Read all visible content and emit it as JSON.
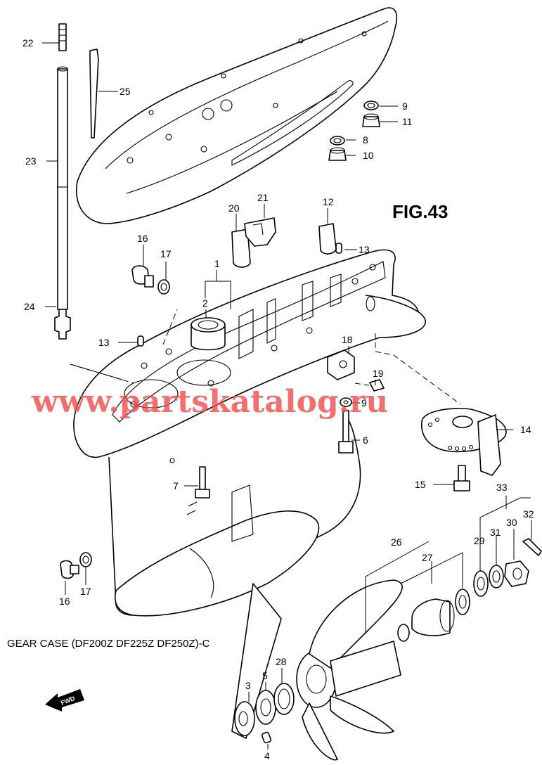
{
  "figure": {
    "title": "FIG.43",
    "caption": "GEAR CASE (DF200Z DF225Z DF250Z)-C",
    "watermark": "www.partskatalog.ru",
    "fwd_label": "FWD"
  },
  "callouts": {
    "c1": "1",
    "c2": "2",
    "c3": "3",
    "c4": "4",
    "c5": "5",
    "c6": "6",
    "c7": "7",
    "c8": "8",
    "c9a": "9",
    "c9b": "9",
    "c10": "10",
    "c11": "11",
    "c12": "12",
    "c13a": "13",
    "c13b": "13",
    "c14": "14",
    "c15": "15",
    "c16a": "16",
    "c16b": "16",
    "c17a": "17",
    "c17b": "17",
    "c18": "18",
    "c19": "19",
    "c20": "20",
    "c21": "21",
    "c22": "22",
    "c23": "23",
    "c24": "24",
    "c25": "25",
    "c26": "26",
    "c27": "27",
    "c28": "28",
    "c29": "29",
    "c30": "30",
    "c31": "31",
    "c32": "32",
    "c33": "33"
  },
  "colors": {
    "line": "#000000",
    "watermark": "#ef4f4f",
    "background": "#ffffff"
  }
}
